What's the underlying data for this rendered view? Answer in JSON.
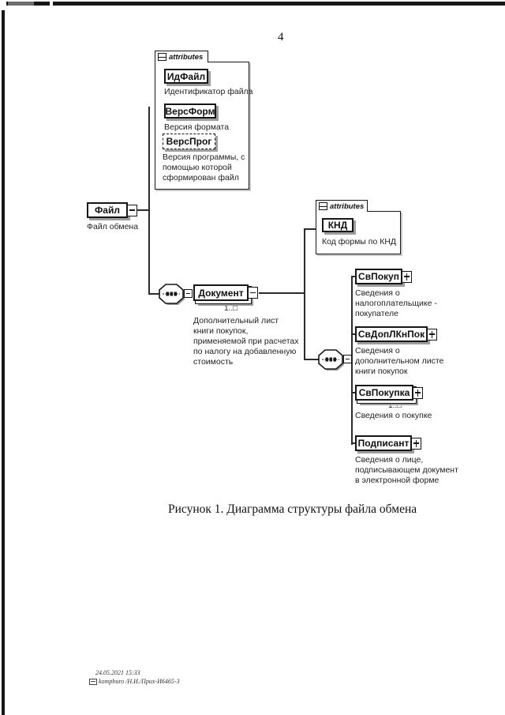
{
  "page": {
    "number": "4",
    "caption": "Рисунок 1. Диаграмма структуры файла обмена",
    "footer_timestamp": "24.05.2021 15:33",
    "footer_signature": "kompburo /Н.И./Прих-И6465-3"
  },
  "diagram": {
    "file_attr_frame": {
      "tab": "attributes",
      "attrs": [
        {
          "name": "ИдФайл",
          "ann": "Идентификатор файла"
        },
        {
          "name": "ВерсФорм",
          "ann": "Версия формата"
        },
        {
          "name": "ВерсПрог",
          "ann": "Версия программы, с\nпомощью которой\nсформирован файл"
        }
      ]
    },
    "root": {
      "name": "Файл",
      "ann": "Файл обмена"
    },
    "doc": {
      "name": "Документ",
      "occurs": "1..□",
      "ann": "Дополнительный лист\nкниги покупок,\nприменяемой при расчетах\nпо налогу на добавленную\nстоимость"
    },
    "doc_attr_frame": {
      "tab": "attributes",
      "attrs": [
        {
          "name": "КНД",
          "ann": "Код формы по КНД"
        }
      ]
    },
    "children": [
      {
        "name": "СвПокуп",
        "ann": "Сведения о\nналогоплательщике -\nпокупателе"
      },
      {
        "name": "СвДопЛКнПок",
        "ann": "Сведения о\nдополнительном листе\nкниги покупок"
      },
      {
        "name": "СвПокупка",
        "occurs": "1..□",
        "ann": "Сведения о покупке"
      },
      {
        "name": "Подписант",
        "ann": "Сведения о лице,\nподписывающем документ\nв электронной форме"
      }
    ]
  },
  "colors": {
    "ink": "#161616",
    "shadow": "#9e9e9e",
    "line": "#2b2b2b"
  }
}
